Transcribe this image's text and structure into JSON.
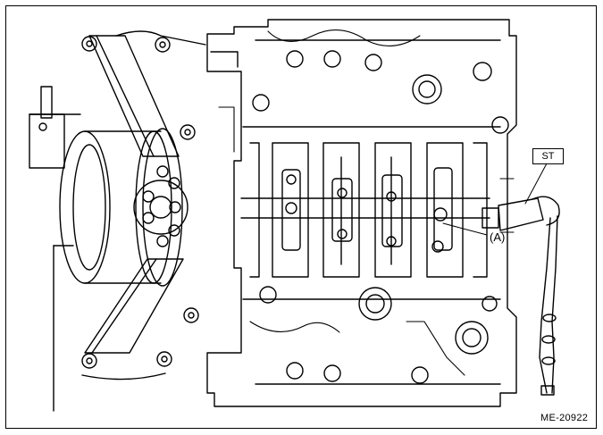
{
  "figure": {
    "callouts": {
      "special_tool": "ST",
      "part_a": "(A)"
    },
    "figure_id": "ME-20922",
    "colors": {
      "line": "#000000",
      "background": "#ffffff"
    }
  }
}
